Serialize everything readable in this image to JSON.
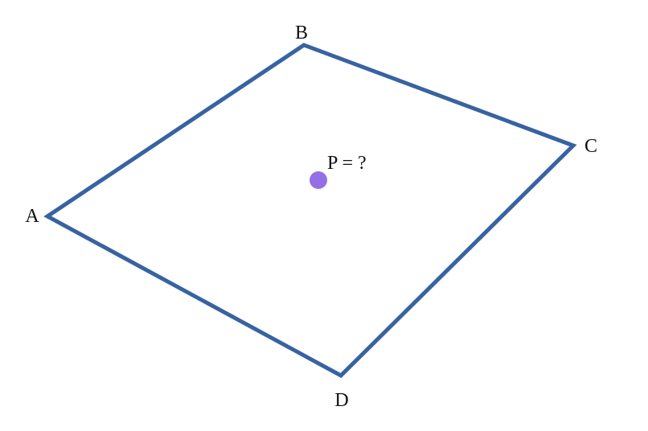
{
  "diagram": {
    "vertices": [
      {
        "id": "A",
        "label": "A"
      },
      {
        "id": "B",
        "label": "B"
      },
      {
        "id": "C",
        "label": "C"
      },
      {
        "id": "D",
        "label": "D"
      }
    ],
    "point": {
      "label": "P = ?"
    },
    "colors": {
      "edge": "#3763a1",
      "point": "#9370e8",
      "text": "#111111"
    }
  }
}
